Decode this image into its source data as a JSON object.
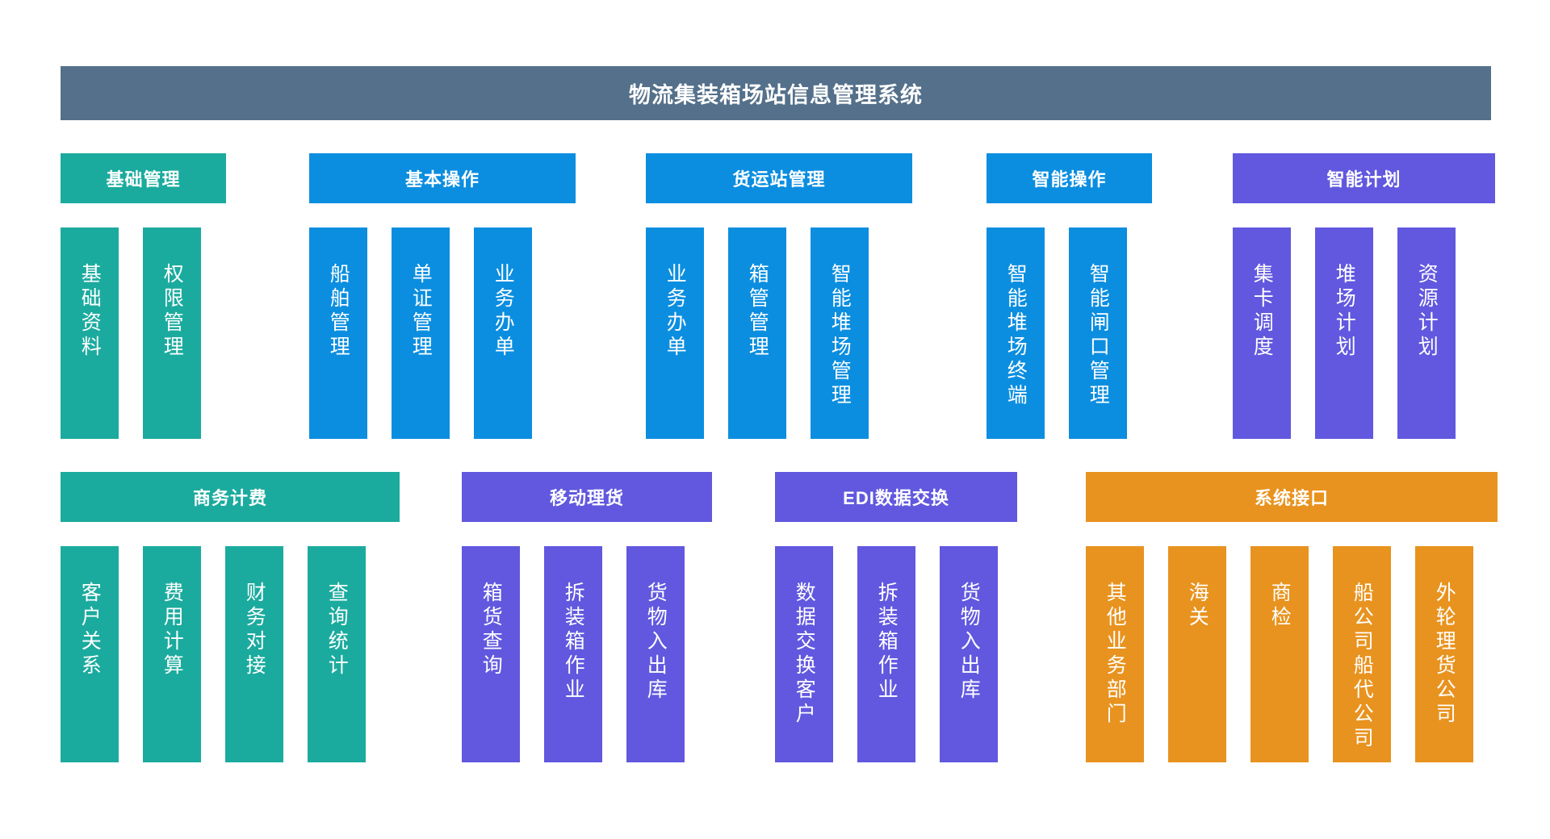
{
  "header": {
    "title": "物流集装箱场站信息管理系统",
    "color": "#54708a"
  },
  "colors": {
    "teal": "#1bab9e",
    "blue": "#0b8ee0",
    "purple": "#6158df",
    "orange": "#e8931f",
    "header_bar": "#54708a",
    "background": "#ffffff",
    "text": "#ffffff"
  },
  "rows": [
    {
      "groups": [
        {
          "label": "基础管理",
          "color": "teal",
          "items": [
            {
              "label": "基础资料"
            },
            {
              "label": "权限管理"
            }
          ]
        },
        {
          "label": "基本操作",
          "color": "blue",
          "items": [
            {
              "label": "船舶管理"
            },
            {
              "label": "单证管理"
            },
            {
              "label": "业务办单"
            }
          ]
        },
        {
          "label": "货运站管理",
          "color": "blue",
          "items": [
            {
              "label": "业务办单"
            },
            {
              "label": "箱管管理"
            },
            {
              "label": "智能堆场管理"
            }
          ]
        },
        {
          "label": "智能操作",
          "color": "blue",
          "items": [
            {
              "label": "智能堆场终端"
            },
            {
              "label": "智能闸口管理"
            }
          ]
        },
        {
          "label": "智能计划",
          "color": "purple",
          "items": [
            {
              "label": "集卡调度"
            },
            {
              "label": "堆场计划"
            },
            {
              "label": "资源计划"
            }
          ]
        }
      ]
    },
    {
      "groups": [
        {
          "label": "商务计费",
          "color": "teal",
          "items": [
            {
              "label": "客户关系"
            },
            {
              "label": "费用计算"
            },
            {
              "label": "财务对接"
            },
            {
              "label": "查询统计"
            }
          ]
        },
        {
          "label": "移动理货",
          "color": "purple",
          "items": [
            {
              "label": "箱货查询"
            },
            {
              "label": "拆装箱作业"
            },
            {
              "label": "货物入出库"
            }
          ]
        },
        {
          "label": "EDI数据交换",
          "color": "purple",
          "items": [
            {
              "label": "数据交换客户"
            },
            {
              "label": "拆装箱作业"
            },
            {
              "label": "货物入出库"
            }
          ]
        },
        {
          "label": "系统接口",
          "color": "orange",
          "items": [
            {
              "label": "其他业务部门"
            },
            {
              "label": "海关"
            },
            {
              "label": "商检"
            },
            {
              "label": "船公司船代公司"
            },
            {
              "label": "外轮理货公司"
            }
          ]
        }
      ]
    }
  ]
}
